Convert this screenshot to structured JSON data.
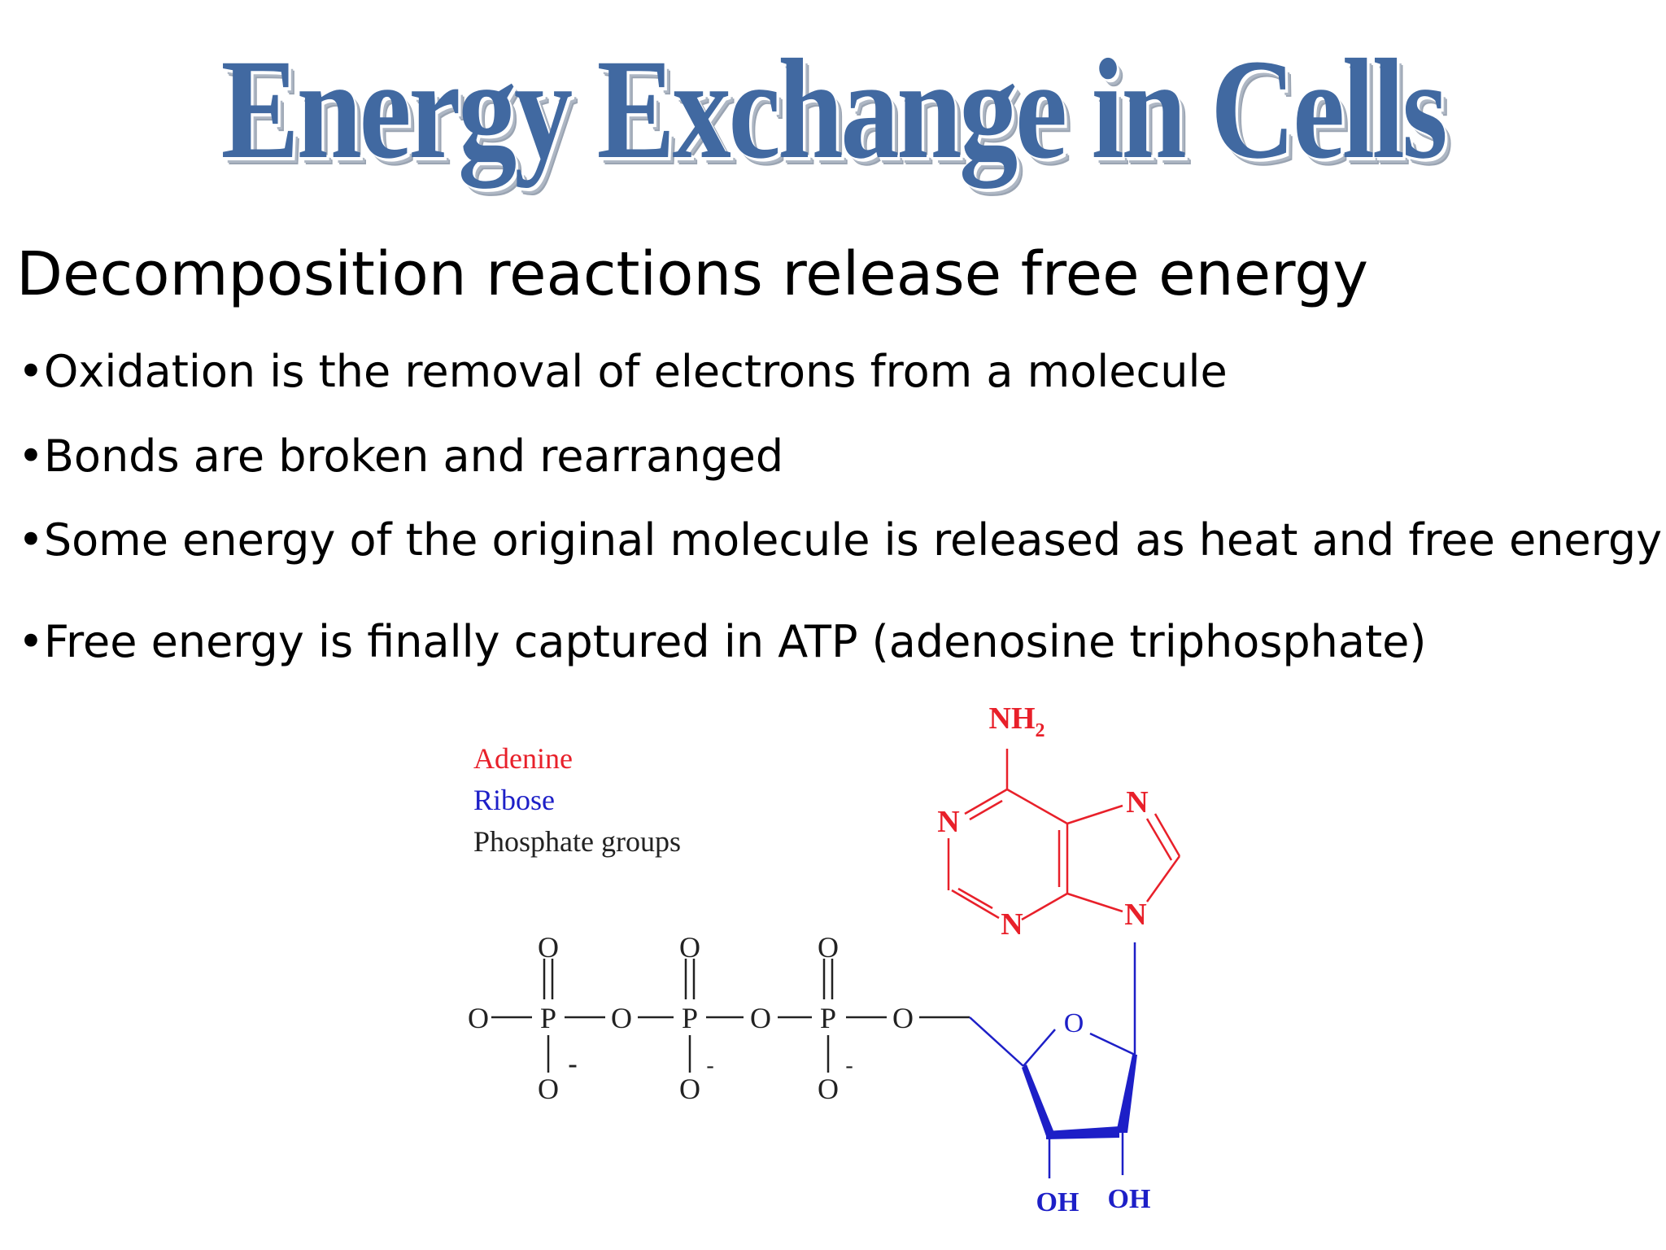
{
  "slide": {
    "title": "Energy Exchange in Cells",
    "subtitle": "Decomposition reactions release free energy",
    "bullet_char": "•",
    "bullets": [
      "Oxidation is the removal of electrons from a molecule",
      "Bonds are broken and rearranged",
      "Some energy of the original molecule is released as heat and free energy",
      "Free energy is finally captured in ATP (adenosine triphosphate)"
    ]
  },
  "diagram": {
    "legend": {
      "adenine": "Adenine",
      "ribose": "Ribose",
      "phosphate": "Phosphate groups"
    },
    "labels": {
      "nh2": "NH",
      "nh2_sub": "2",
      "n": "N",
      "o": "O",
      "p": "P",
      "oh": "OH",
      "minus": "-"
    },
    "colors": {
      "title": "#4169a1",
      "adenine": "#e8202a",
      "ribose": "#1d1fc7",
      "phosphate": "#222222"
    }
  }
}
